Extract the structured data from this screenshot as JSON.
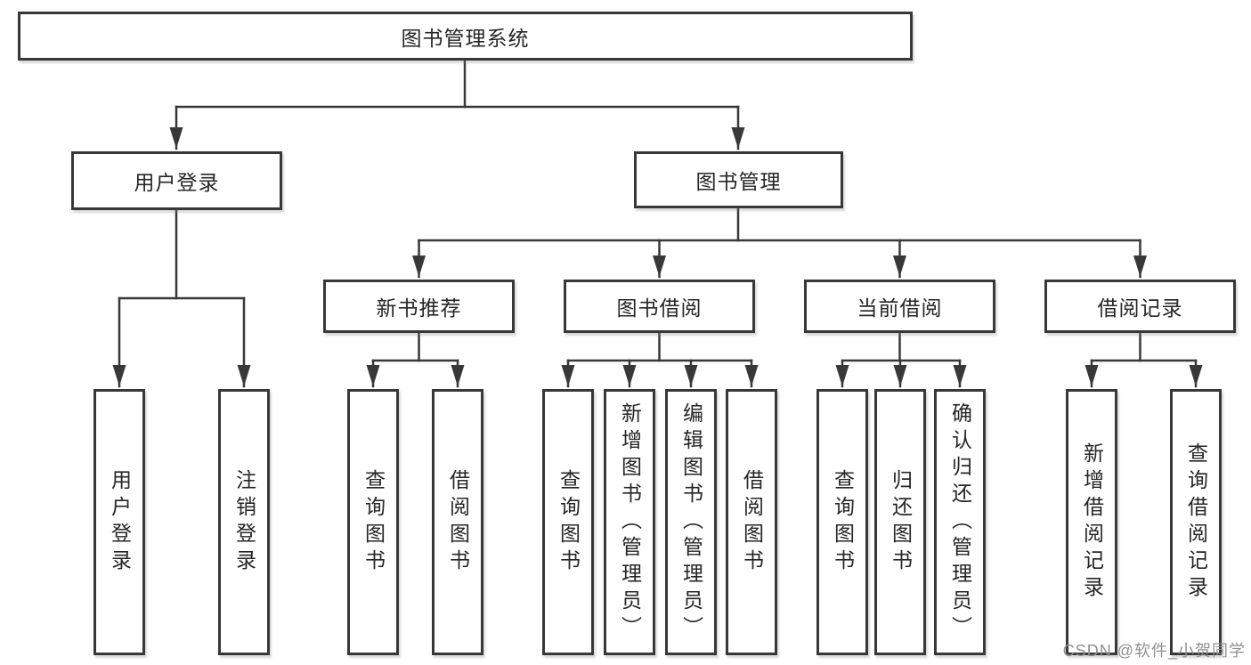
{
  "colors": {
    "line": "#383838",
    "box_border": "#383838",
    "box_fill": "#ffffff",
    "text": "#262626",
    "background": "#ffffff",
    "watermark_text_color": "#919191"
  },
  "tree": {
    "root": {
      "label": "图书管理系统"
    },
    "branches": [
      {
        "label": "用户登录",
        "children": [
          {
            "label": "用户登录"
          },
          {
            "label": "注销登录"
          }
        ]
      },
      {
        "label": "图书管理",
        "children": [
          {
            "label": "新书推荐",
            "children": [
              {
                "label": "查询图书"
              },
              {
                "label": "借阅图书"
              }
            ]
          },
          {
            "label": "图书借阅",
            "children": [
              {
                "label": "查询图书"
              },
              {
                "label": "新增图书（管理员）"
              },
              {
                "label": "编辑图书（管理员）"
              },
              {
                "label": "借阅图书"
              }
            ]
          },
          {
            "label": "当前借阅",
            "children": [
              {
                "label": "查询图书"
              },
              {
                "label": "归还图书"
              },
              {
                "label": "确认归还（管理员）"
              }
            ]
          },
          {
            "label": "借阅记录",
            "children": [
              {
                "label": "新增借阅记录"
              },
              {
                "label": "查询借阅记录"
              }
            ]
          }
        ]
      }
    ]
  },
  "watermark": {
    "text": "CSDN @软件_小贺同学"
  }
}
